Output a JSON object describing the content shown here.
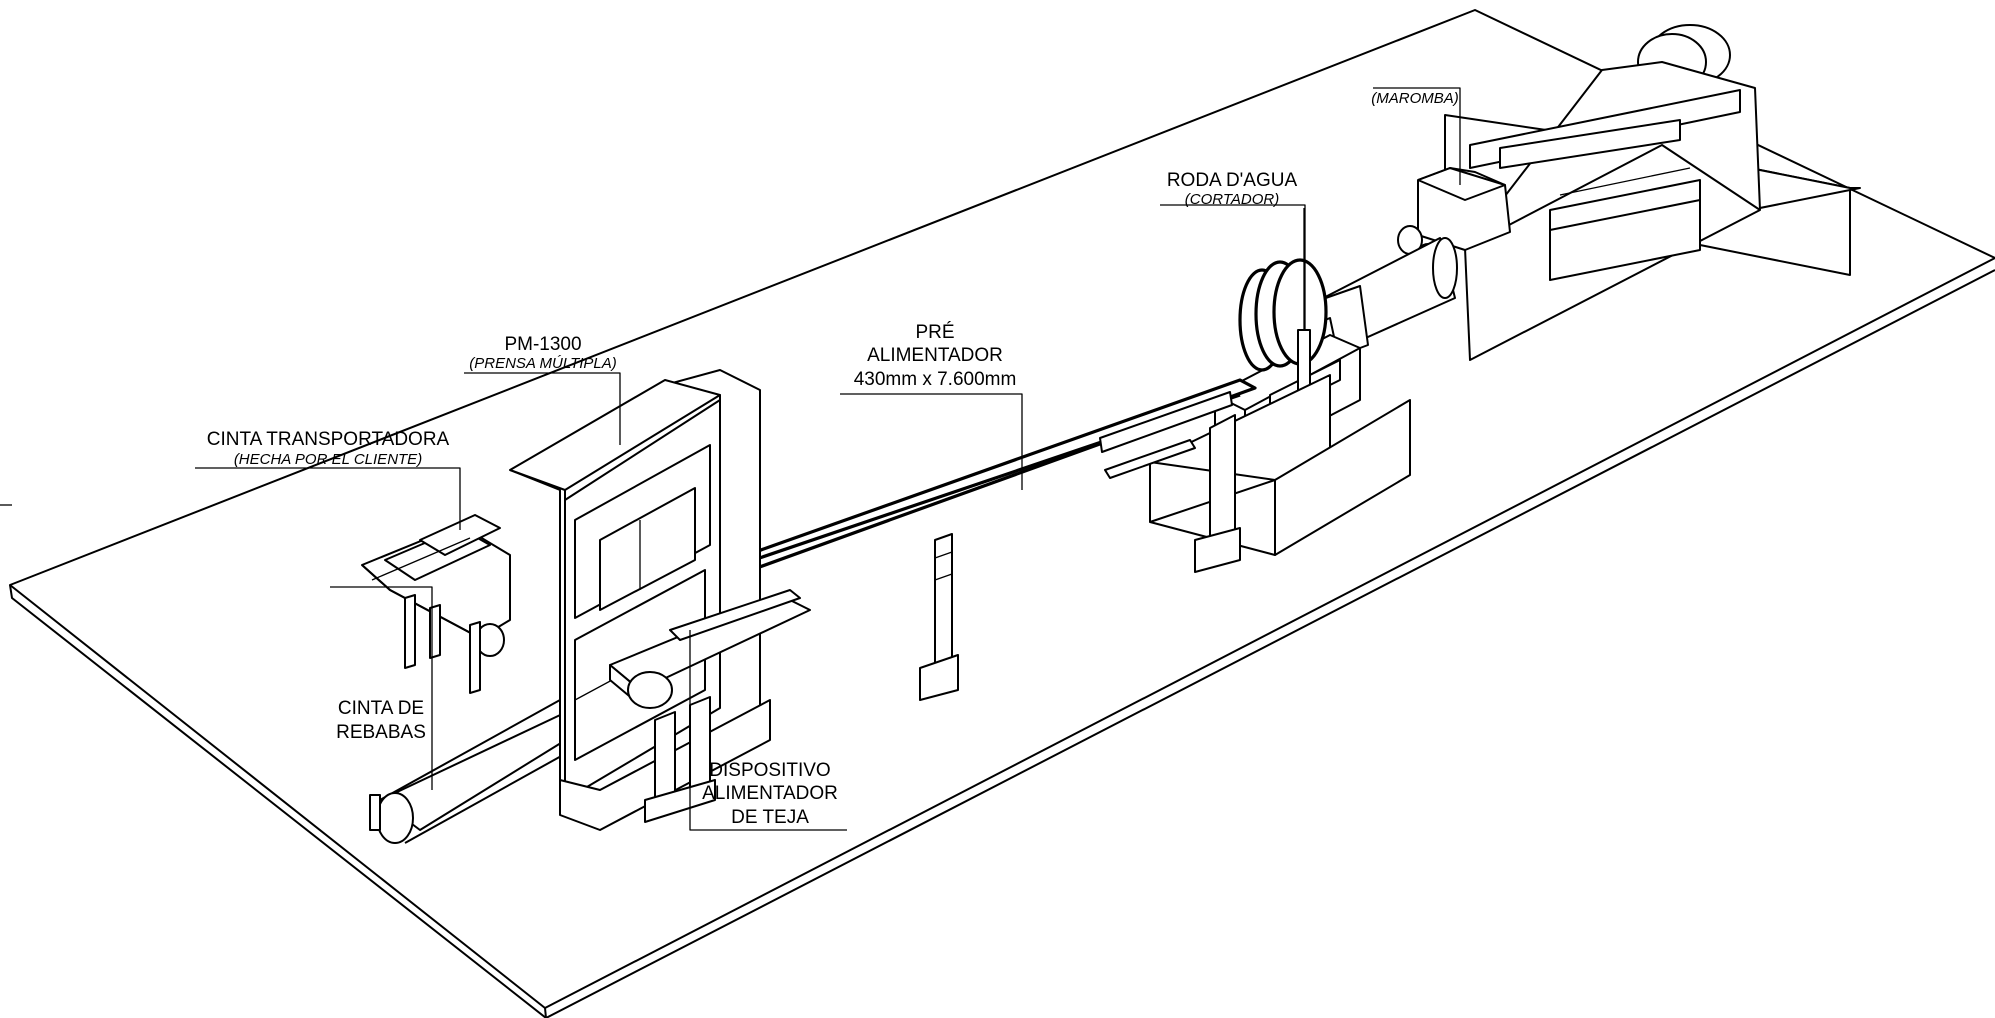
{
  "labels": {
    "maromba": {
      "sub": "(MAROMBA)"
    },
    "roda_dagua": {
      "title": "RODA D'AGUA",
      "sub": "(CORTADOR)"
    },
    "pre_alimentador": {
      "line1": "PRÉ",
      "line2": "ALIMENTADOR",
      "line3": "430mm x 7.600mm"
    },
    "pm_1300": {
      "title": "PM-1300",
      "sub": "(PRENSA MÚLTIPLA)"
    },
    "cinta_transportadora": {
      "title": "CINTA TRANSPORTADORA",
      "sub": "(HECHA POR EL CLIENTE)"
    },
    "cinta_rebabas": {
      "line1": "CINTA DE",
      "line2": "REBABAS"
    },
    "dispositivo": {
      "line1": "DISPOSITIVO",
      "line2": "ALIMENTADOR",
      "line3": "DE TEJA"
    }
  },
  "colors": {
    "ink": "#000000",
    "paper": "#ffffff"
  }
}
